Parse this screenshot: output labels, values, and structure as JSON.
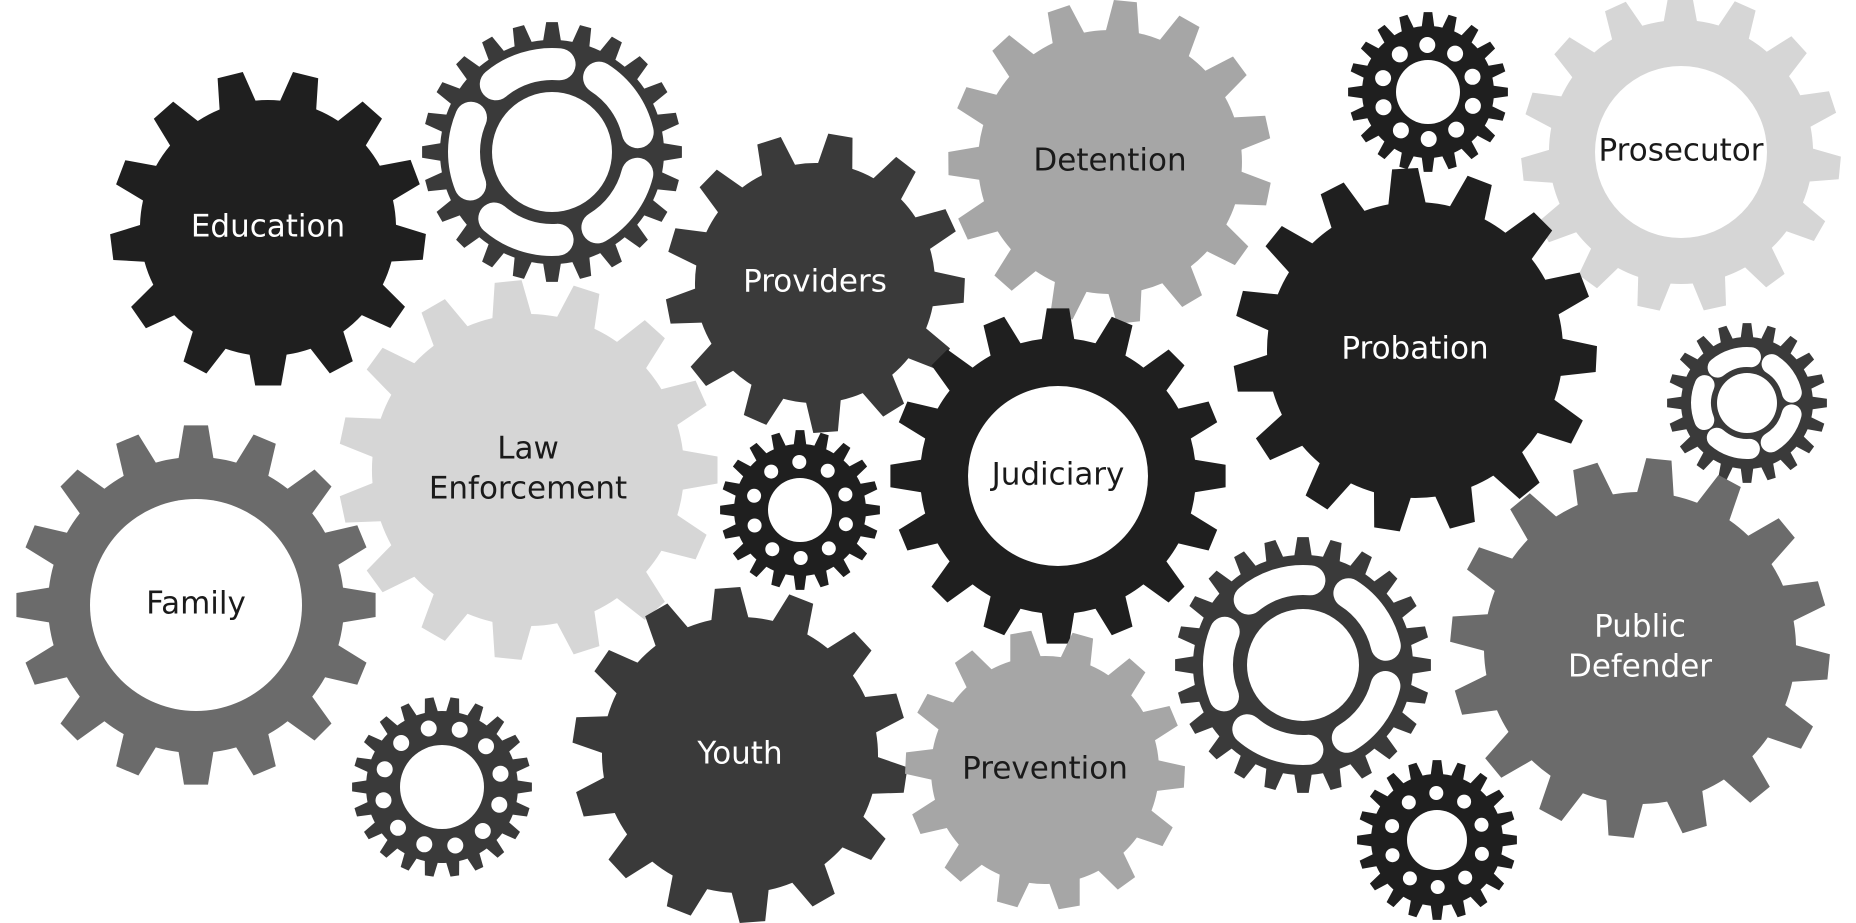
{
  "colors": {
    "background": "#ffffff",
    "black": "#1f1f1f",
    "dark": "#3a3a3a",
    "medium": "#6b6b6b",
    "light": "#a6a6a6",
    "pale": "#d6d6d6",
    "hole": "#ffffff",
    "label_on_dark": "#ffffff",
    "label_on_light": "#1a1a1a"
  },
  "gears": [
    {
      "name": "gear-education",
      "label": "Education",
      "shade": "black",
      "style": "plain"
    },
    {
      "name": "gear-sprocket-top-1",
      "label": "",
      "shade": "dark",
      "style": "spoked"
    },
    {
      "name": "gear-providers",
      "label": "Providers",
      "shade": "dark",
      "style": "plain"
    },
    {
      "name": "gear-detention",
      "label": "Detention",
      "shade": "light",
      "style": "plain"
    },
    {
      "name": "gear-sprocket-top-2",
      "label": "",
      "shade": "black",
      "style": "holes"
    },
    {
      "name": "gear-prosecutor",
      "label": "Prosecutor",
      "shade": "pale",
      "style": "hub"
    },
    {
      "name": "gear-law-enforcement",
      "label_lines": [
        "Law",
        "Enforcement"
      ],
      "shade": "pale",
      "style": "plain"
    },
    {
      "name": "gear-probation",
      "label": "Probation",
      "shade": "black",
      "style": "plain"
    },
    {
      "name": "gear-sprocket-right",
      "label": "",
      "shade": "dark",
      "style": "spoked"
    },
    {
      "name": "gear-sprocket-middle",
      "label": "",
      "shade": "black",
      "style": "holes"
    },
    {
      "name": "gear-judiciary",
      "label": "Judiciary",
      "shade": "black",
      "style": "hub"
    },
    {
      "name": "gear-family",
      "label": "Family",
      "shade": "medium",
      "style": "hub"
    },
    {
      "name": "gear-public-defender",
      "label_lines": [
        "Public",
        "Defender"
      ],
      "shade": "medium",
      "style": "plain"
    },
    {
      "name": "gear-sprocket-lower-right",
      "label": "",
      "shade": "dark",
      "style": "spoked"
    },
    {
      "name": "gear-sprocket-bottom-left",
      "label": "",
      "shade": "dark",
      "style": "holes"
    },
    {
      "name": "gear-youth",
      "label": "Youth",
      "shade": "dark",
      "style": "plain"
    },
    {
      "name": "gear-prevention",
      "label": "Prevention",
      "shade": "light",
      "style": "plain"
    },
    {
      "name": "gear-sprocket-bottom-right",
      "label": "",
      "shade": "black",
      "style": "holes"
    }
  ]
}
